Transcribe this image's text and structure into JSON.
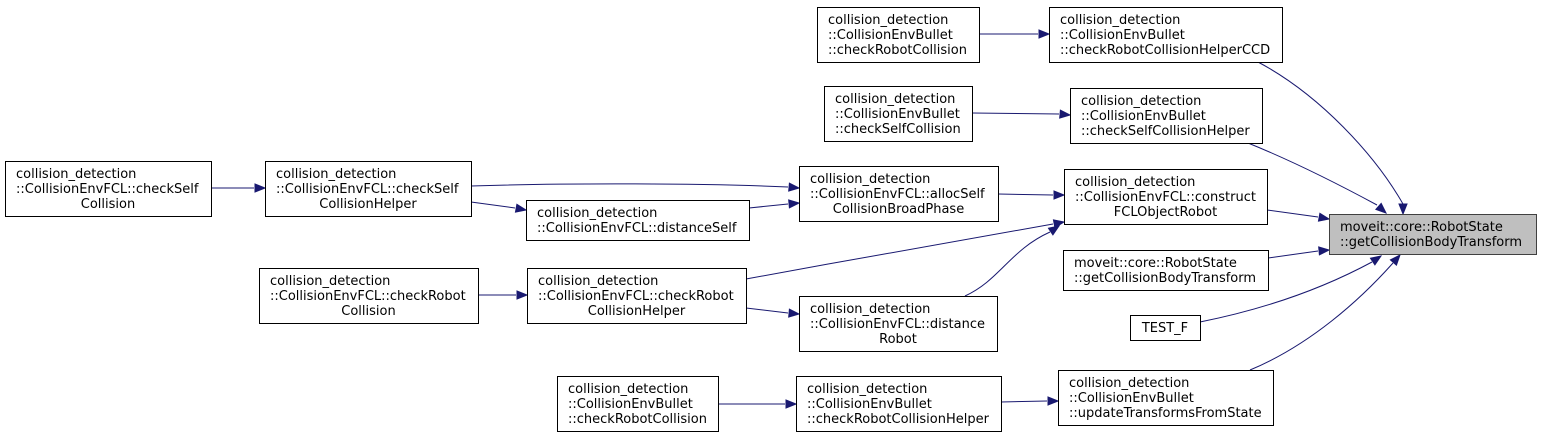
{
  "diagram": {
    "type": "call-graph",
    "focus_node": "n_target",
    "colors": {
      "edge": "#191970",
      "focus_fill": "#bfbfbf",
      "node_fill": "#ffffff",
      "node_border": "#000000"
    },
    "nodes": [
      {
        "id": "n_target",
        "lines": [
          "moveit::core::RobotState",
          "::getCollisionBodyTransform"
        ],
        "align": "left",
        "focus": true
      },
      {
        "id": "n_bullet_ccd",
        "lines": [
          "collision_detection",
          "::CollisionEnvBullet",
          "::checkRobotCollisionHelperCCD"
        ],
        "align": "left"
      },
      {
        "id": "n_bullet_checkrobot_top",
        "lines": [
          "collision_detection",
          "::CollisionEnvBullet",
          "::checkRobotCollision"
        ],
        "align": "left"
      },
      {
        "id": "n_bullet_selfhelper",
        "lines": [
          "collision_detection",
          "::CollisionEnvBullet",
          "::checkSelfCollisionHelper"
        ],
        "align": "left"
      },
      {
        "id": "n_bullet_checkself",
        "lines": [
          "collision_detection",
          "::CollisionEnvBullet",
          "::checkSelfCollision"
        ],
        "align": "left"
      },
      {
        "id": "n_fcl_construct",
        "lines": [
          "collision_detection",
          "::CollisionEnvFCL::construct",
          "FCLObjectRobot"
        ],
        "align": "left-last-center"
      },
      {
        "id": "n_fcl_alloc",
        "lines": [
          "collision_detection",
          "::CollisionEnvFCL::allocSelf",
          "CollisionBroadPhase"
        ],
        "align": "left-last-center"
      },
      {
        "id": "n_fcl_selfhelper",
        "lines": [
          "collision_detection",
          "::CollisionEnvFCL::checkSelf",
          "CollisionHelper"
        ],
        "align": "left-last-center"
      },
      {
        "id": "n_fcl_checkself",
        "lines": [
          "collision_detection",
          "::CollisionEnvFCL::checkSelf",
          "Collision"
        ],
        "align": "left-last-center"
      },
      {
        "id": "n_fcl_distself",
        "lines": [
          "collision_detection",
          "::CollisionEnvFCL::distanceSelf"
        ],
        "align": "left"
      },
      {
        "id": "n_fcl_robothelper",
        "lines": [
          "collision_detection",
          "::CollisionEnvFCL::checkRobot",
          "CollisionHelper"
        ],
        "align": "left-last-center"
      },
      {
        "id": "n_fcl_checkrobot",
        "lines": [
          "collision_detection",
          "::CollisionEnvFCL::checkRobot",
          "Collision"
        ],
        "align": "left-last-center"
      },
      {
        "id": "n_fcl_distrobot",
        "lines": [
          "collision_detection",
          "::CollisionEnvFCL::distance",
          "Robot"
        ],
        "align": "left-last-center"
      },
      {
        "id": "n_overload",
        "lines": [
          "moveit::core::RobotState",
          "::getCollisionBodyTransform"
        ],
        "align": "left"
      },
      {
        "id": "n_test",
        "lines": [
          "TEST_F"
        ],
        "align": "center"
      },
      {
        "id": "n_bullet_update",
        "lines": [
          "collision_detection",
          "::CollisionEnvBullet",
          "::updateTransformsFromState"
        ],
        "align": "left"
      },
      {
        "id": "n_bullet_robothelper",
        "lines": [
          "collision_detection",
          "::CollisionEnvBullet",
          "::checkRobotCollisionHelper"
        ],
        "align": "left"
      },
      {
        "id": "n_bullet_checkrobot_bottom",
        "lines": [
          "collision_detection",
          "::CollisionEnvBullet",
          "::checkRobotCollision"
        ],
        "align": "left"
      }
    ],
    "edges": [
      {
        "from": "n_bullet_ccd",
        "to": "n_target"
      },
      {
        "from": "n_bullet_checkrobot_top",
        "to": "n_bullet_ccd"
      },
      {
        "from": "n_bullet_selfhelper",
        "to": "n_target"
      },
      {
        "from": "n_bullet_checkself",
        "to": "n_bullet_selfhelper"
      },
      {
        "from": "n_fcl_construct",
        "to": "n_target"
      },
      {
        "from": "n_fcl_alloc",
        "to": "n_fcl_construct"
      },
      {
        "from": "n_fcl_selfhelper",
        "to": "n_fcl_alloc"
      },
      {
        "from": "n_fcl_checkself",
        "to": "n_fcl_selfhelper"
      },
      {
        "from": "n_fcl_distself",
        "to": "n_fcl_alloc"
      },
      {
        "from": "n_fcl_selfhelper",
        "to": "n_fcl_distself"
      },
      {
        "from": "n_fcl_robothelper",
        "to": "n_fcl_construct"
      },
      {
        "from": "n_fcl_checkrobot",
        "to": "n_fcl_robothelper"
      },
      {
        "from": "n_fcl_robothelper",
        "to": "n_fcl_distrobot"
      },
      {
        "from": "n_fcl_distrobot",
        "to": "n_fcl_construct"
      },
      {
        "from": "n_overload",
        "to": "n_target"
      },
      {
        "from": "n_test",
        "to": "n_target"
      },
      {
        "from": "n_bullet_update",
        "to": "n_target"
      },
      {
        "from": "n_bullet_robothelper",
        "to": "n_bullet_update"
      },
      {
        "from": "n_bullet_checkrobot_bottom",
        "to": "n_bullet_robothelper"
      }
    ]
  }
}
